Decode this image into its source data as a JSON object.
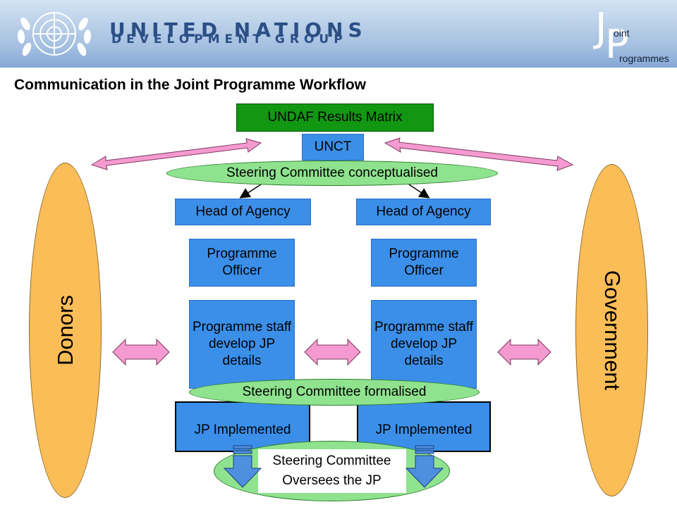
{
  "header": {
    "org_line1": "UNITED NATIONS",
    "org_line2": "DEVELOPMENT GROUP",
    "jp_letter_j": "J",
    "jp_letter_p": "P",
    "jp_word_1": "oint",
    "jp_word_2": "rogrammes"
  },
  "title": "Communication in the Joint Programme Workflow",
  "nodes": {
    "undaf": "UNDAF Results Matrix",
    "unct": "UNCT",
    "steering_conceptualised": "Steering Committee conceptualised",
    "head_of_agency_left": "Head of Agency",
    "head_of_agency_right": "Head of Agency",
    "programme_officer_left": "Programme Officer",
    "programme_officer_right": "Programme Officer",
    "programme_staff_left": "Programme staff develop JP details",
    "programme_staff_right": "Programme staff develop JP details",
    "steering_formalised": "Steering Committee formalised",
    "jp_implemented_left": "JP Implemented",
    "jp_implemented_right": "JP Implemented",
    "steering_oversees": "Steering Committee Oversees the JP",
    "donors": "Donors",
    "government": "Government"
  },
  "colors": {
    "box_blue": "#3b8fe8",
    "undaf_green": "#119711",
    "ellipse_green": "#8fe38f",
    "ellipse_orange": "#fbbd58",
    "arrow_pink": "#f59ad0",
    "arrow_down_blue": "#4f8fe0"
  }
}
